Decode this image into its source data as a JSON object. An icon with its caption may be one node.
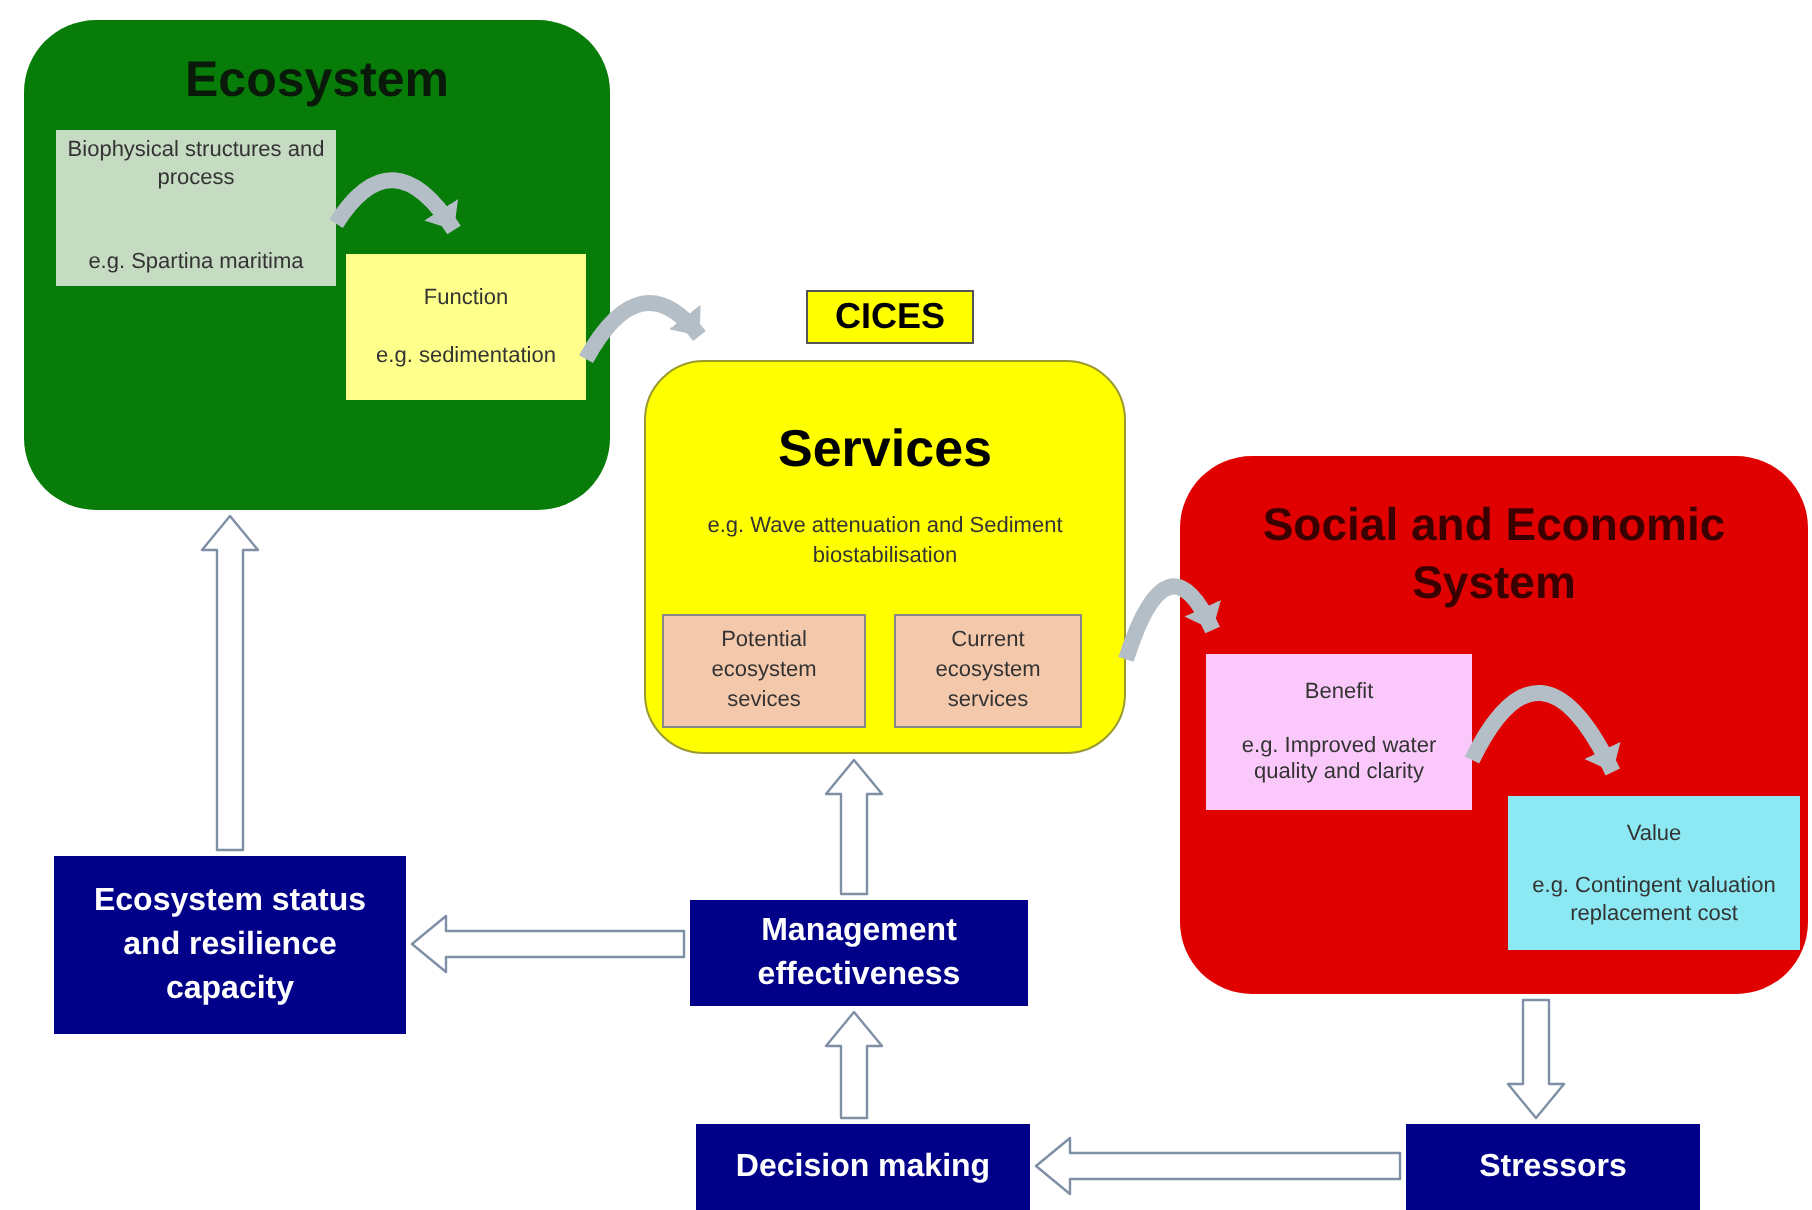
{
  "diagram": {
    "nodes": [
      {
        "text": [
          "Ecosystem"
        ]
      },
      {
        "text": [
          "Biophysical structures and process",
          "e.g. Spartina maritima"
        ],
        "in": 0
      },
      {
        "text": [
          "Function",
          "e.g. sedimentation"
        ],
        "in": 0
      },
      {
        "text": [
          "CICES"
        ]
      },
      {
        "text": [
          "Services",
          "e.g. Wave attenuation and Sediment biostabilisation"
        ]
      },
      {
        "text": [
          "Potential ecosystem sevices"
        ],
        "in": 4
      },
      {
        "text": [
          "Current ecosystem services"
        ],
        "in": 4
      },
      {
        "text": [
          "Social and Economic System"
        ]
      },
      {
        "text": [
          "Benefit",
          "e.g. Improved water quality and clarity"
        ],
        "in": 7
      },
      {
        "text": [
          "Value",
          "e.g. Contingent valuation replacement cost"
        ],
        "in": 7
      },
      {
        "text": [
          "Ecosystem status and resilience capacity"
        ]
      },
      {
        "text": [
          "Management effectiveness"
        ]
      },
      {
        "text": [
          "Decision making"
        ]
      },
      {
        "text": [
          "Stressors"
        ]
      }
    ],
    "edges": [
      {
        "from": 1,
        "to": 2,
        "arrow": "to",
        "color": "#b4bec6"
      },
      {
        "from": 2,
        "to": 4,
        "arrow": "to",
        "color": "#b4bec6"
      },
      {
        "from": 4,
        "to": 8,
        "arrow": "to",
        "color": "#b4bec6"
      },
      {
        "from": 8,
        "to": 9,
        "arrow": "to",
        "color": "#b4bec6"
      },
      {
        "from": 10,
        "to": 0,
        "arrow": "to"
      },
      {
        "from": 11,
        "to": 10,
        "arrow": "to"
      },
      {
        "from": 11,
        "to": 4,
        "arrow": "to"
      },
      {
        "from": 12,
        "to": 11,
        "arrow": "to"
      },
      {
        "from": 13,
        "to": 12,
        "arrow": "to"
      },
      {
        "from": 7,
        "to": 13,
        "arrow": "to"
      }
    ]
  }
}
